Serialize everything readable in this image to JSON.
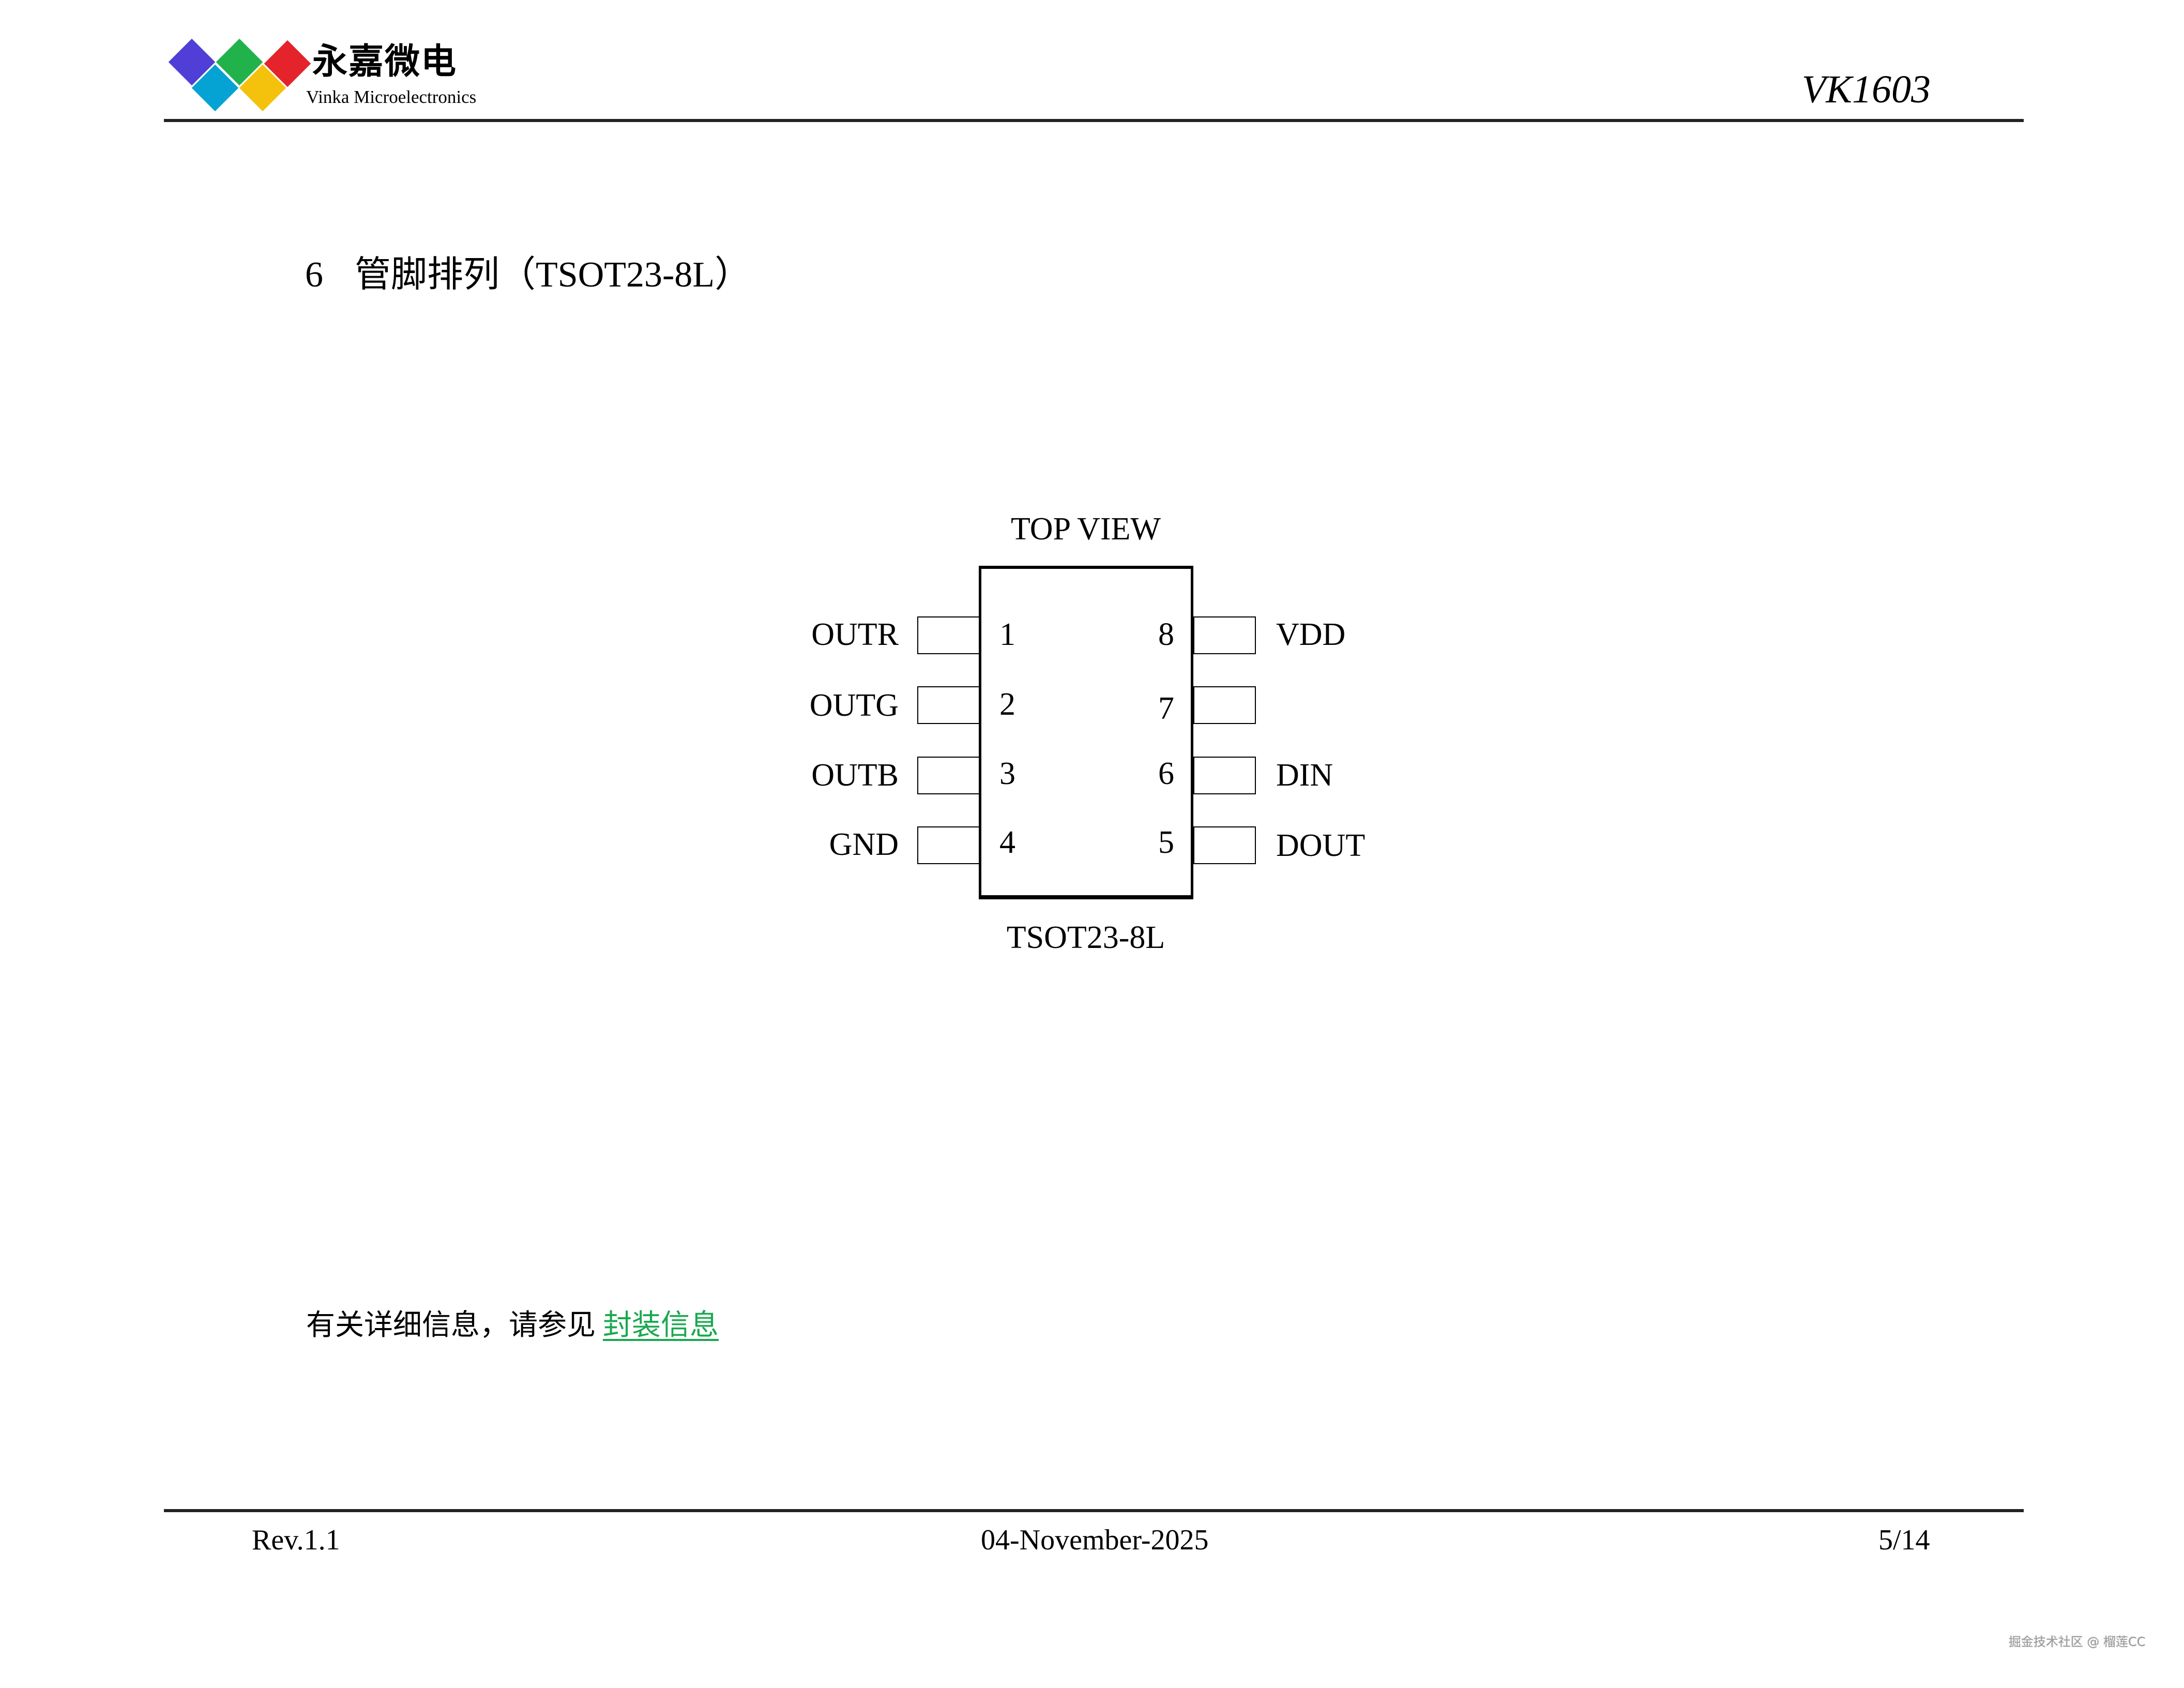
{
  "header": {
    "logo": {
      "cn_name": "永嘉微电",
      "en_name": "Vinka Microelectronics",
      "diamond_colors": {
        "purple": "#4f3fd6",
        "blue": "#05a3d3",
        "green": "#22b24c",
        "yellow": "#f4c20d",
        "red": "#e4232b"
      }
    },
    "doc_id": "VK1603"
  },
  "section": {
    "number": "6",
    "title": "管脚排列（TSOT23-8L）"
  },
  "diagram": {
    "top_caption": "TOP VIEW",
    "bottom_caption": "TSOT23-8L",
    "pins_left": [
      {
        "number": "1",
        "name": "OUTR"
      },
      {
        "number": "2",
        "name": "OUTG"
      },
      {
        "number": "3",
        "name": "OUTB"
      },
      {
        "number": "4",
        "name": "GND"
      }
    ],
    "pins_right": [
      {
        "number": "8",
        "name": "VDD"
      },
      {
        "number": "7",
        "name": ""
      },
      {
        "number": "6",
        "name": "DIN"
      },
      {
        "number": "5",
        "name": "DOUT"
      }
    ]
  },
  "reference": {
    "text": "有关详细信息，请参见 ",
    "link_text": "封装信息",
    "link_color": "#1aa84f"
  },
  "footer": {
    "revision": "Rev.1.1",
    "date": "04-November-2025",
    "page": "5/14"
  },
  "watermark": "掘金技术社区 @ 榴莲CC"
}
